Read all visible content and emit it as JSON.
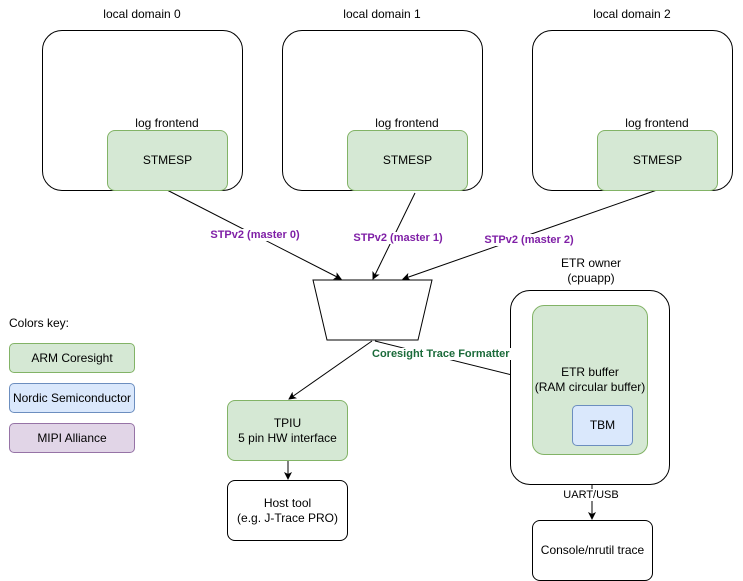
{
  "domains": [
    {
      "title": "local domain 0",
      "frontend_label": "log frontend",
      "stm": "STMESP",
      "link": "STPv2 (master 0)"
    },
    {
      "title": "local domain 1",
      "frontend_label": "log frontend",
      "stm": "STMESP",
      "link": "STPv2 (master 1)"
    },
    {
      "title": "local domain 2",
      "frontend_label": "log frontend",
      "stm": "STMESP",
      "link": "STPv2 (master 2)"
    }
  ],
  "formatter_label": "Coresight Trace Formatter",
  "tpiu": {
    "line1": "TPIU",
    "line2": "5 pin HW interface"
  },
  "host_tool": {
    "line1": "Host tool",
    "line2": "(e.g. J-Trace PRO)"
  },
  "etr_owner": {
    "line1": "ETR owner",
    "line2": "(cpuapp)"
  },
  "etr_buffer": {
    "line1": "ETR buffer",
    "line2": "(RAM circular buffer)"
  },
  "tbm": "TBM",
  "uart_label": "UART/USB",
  "console": "Console/nrutil trace",
  "colors_key": {
    "title": "Colors key:",
    "items": [
      {
        "label": "ARM Coresight",
        "color": "#d5e8d4"
      },
      {
        "label": "Nordic Semiconductor",
        "color": "#dae8fc"
      },
      {
        "label": "MIPI Alliance",
        "color": "#e1d5e7"
      }
    ]
  },
  "colors": {
    "stp_text": "#7f1fa6",
    "formatter_text": "#1b6b3a",
    "arm": "#82b366",
    "nordic": "#6c8ebf",
    "mipi": "#9673a6"
  }
}
